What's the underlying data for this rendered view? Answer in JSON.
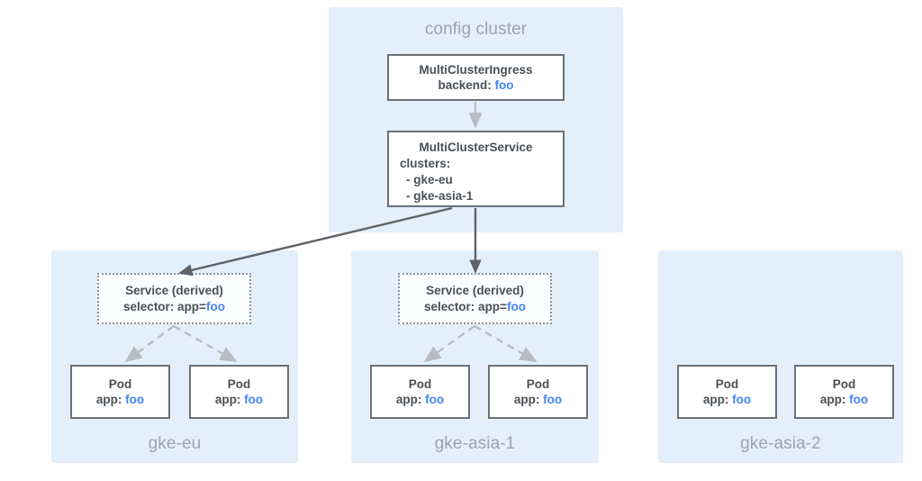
{
  "diagram": {
    "title_hidden": "",
    "config_cluster": {
      "label": "config cluster",
      "mci": {
        "line1": "MultiClusterIngress",
        "line2_key": "backend: ",
        "line2_val": "foo"
      },
      "mcs": {
        "title": "MultiClusterService",
        "clusters_key": "clusters:",
        "cluster_items": [
          "- gke-eu",
          "- gke-asia-1"
        ]
      }
    },
    "clusters": [
      {
        "name": "gke-eu",
        "service": {
          "line1": "Service (derived)",
          "line2_key": "selector: app=",
          "line2_val": "foo"
        },
        "pods": [
          {
            "line1": "Pod",
            "line2_key": "app: ",
            "line2_val": "foo"
          },
          {
            "line1": "Pod",
            "line2_key": "app: ",
            "line2_val": "foo"
          }
        ]
      },
      {
        "name": "gke-asia-1",
        "service": {
          "line1": "Service (derived)",
          "line2_key": "selector: app=",
          "line2_val": "foo"
        },
        "pods": [
          {
            "line1": "Pod",
            "line2_key": "app: ",
            "line2_val": "foo"
          },
          {
            "line1": "Pod",
            "line2_key": "app: ",
            "line2_val": "foo"
          }
        ]
      },
      {
        "name": "gke-asia-2",
        "service": null,
        "pods": [
          {
            "line1": "Pod",
            "line2_key": "app: ",
            "line2_val": "foo"
          },
          {
            "line1": "Pod",
            "line2_key": "app: ",
            "line2_val": "foo"
          }
        ]
      }
    ],
    "colors": {
      "panel_bg": "#e3f0fc",
      "box_border": "#6b7075",
      "text": "#4a5056",
      "accent_blue": "#4285f4",
      "muted_label": "#9aa3ad",
      "solid_arrow": "#5f6368",
      "dashed_arrow": "#b6bcc2"
    }
  }
}
